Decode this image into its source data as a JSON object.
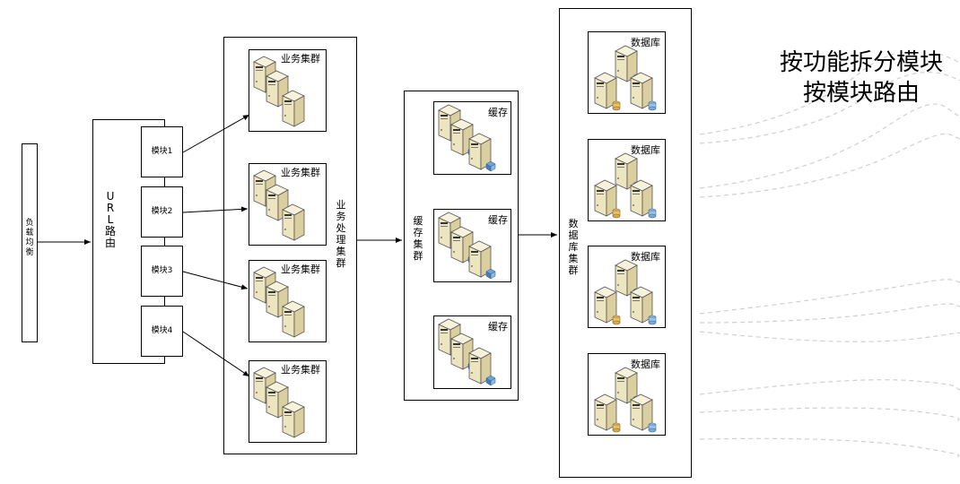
{
  "load_balancer": {
    "label": "负\n载\n均\n衡"
  },
  "url_router": {
    "label": "U\nR\nL\n路\n由"
  },
  "modules": [
    "模块1",
    "模块2",
    "模块3",
    "模块4"
  ],
  "business_cluster": {
    "label": "业\n务\n处\n理\n集\n群",
    "items": [
      "业务集群",
      "业务集群",
      "业务集群",
      "业务集群"
    ]
  },
  "cache_cluster": {
    "label": "缓\n存\n集\n群",
    "items": [
      "缓存",
      "缓存",
      "缓存"
    ]
  },
  "db_cluster": {
    "label": "数\n据\n库\n集\n群",
    "items": [
      "数据库",
      "数据库",
      "数据库",
      "数据库"
    ]
  },
  "title": {
    "line1": "按功能拆分模块",
    "line2": "按模块路由"
  }
}
